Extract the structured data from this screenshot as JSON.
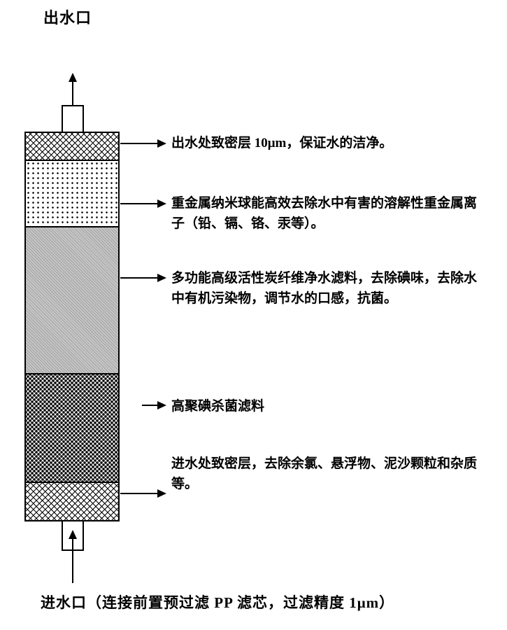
{
  "outlet": {
    "label": "出水口"
  },
  "inlet": {
    "label": "进水口（连接前置预过滤 PP 滤芯，过滤精度 1μm）"
  },
  "layers": [
    {
      "id": "outlet-dense",
      "pattern": "crosshatch",
      "label": "出水处致密层 10μm，保证水的洁净。"
    },
    {
      "id": "nano-heavy-metal",
      "pattern": "dots",
      "label": "重金属纳米球能高效去除水中有害的溶解性重金属离子（铅、镉、铬、汞等）。"
    },
    {
      "id": "activated-carbon",
      "pattern": "gray-hatch",
      "label": "多功能高级活性炭纤维净水滤料，去除碘味，去除水中有机污染物，调节水的口感，抗菌。"
    },
    {
      "id": "polymer-iodine",
      "pattern": "dense-dots",
      "label": "高聚碘杀菌滤料"
    },
    {
      "id": "inlet-dense",
      "pattern": "crosshatch",
      "label": "进水处致密层，去除余氯、悬浮物、泥沙颗粒和杂质等。"
    }
  ],
  "colors": {
    "line": "#000000",
    "gray_layer": "#c6c6c6",
    "background": "#ffffff"
  }
}
